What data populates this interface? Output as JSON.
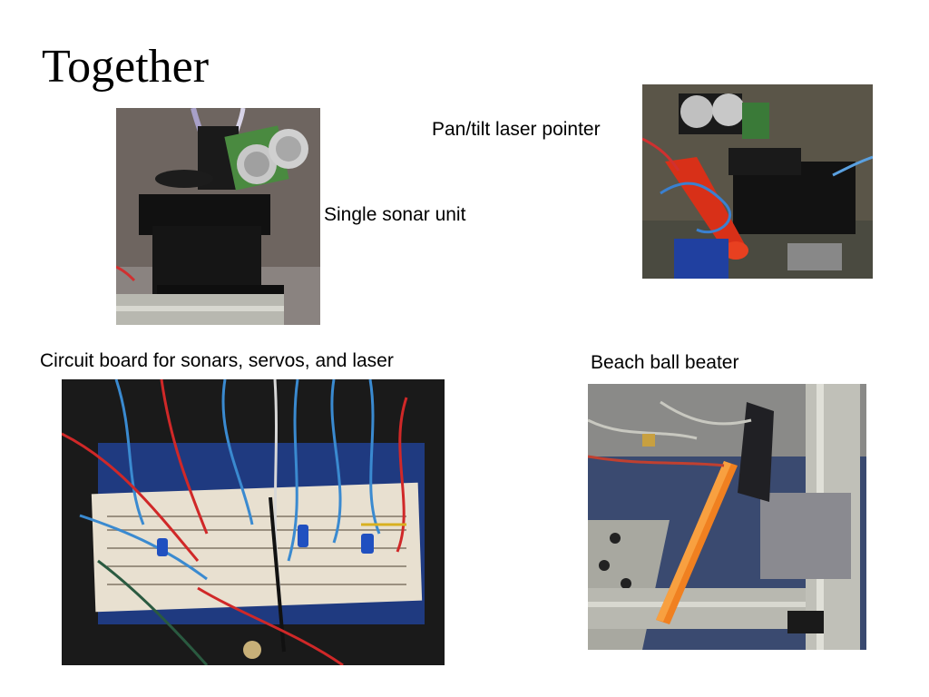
{
  "slide": {
    "title": "Together",
    "captions": {
      "sonar": "Single sonar unit",
      "laser": "Pan/tilt laser pointer",
      "circuit": "Circuit board for sonars, servos, and laser",
      "beater": "Beach ball beater"
    }
  }
}
